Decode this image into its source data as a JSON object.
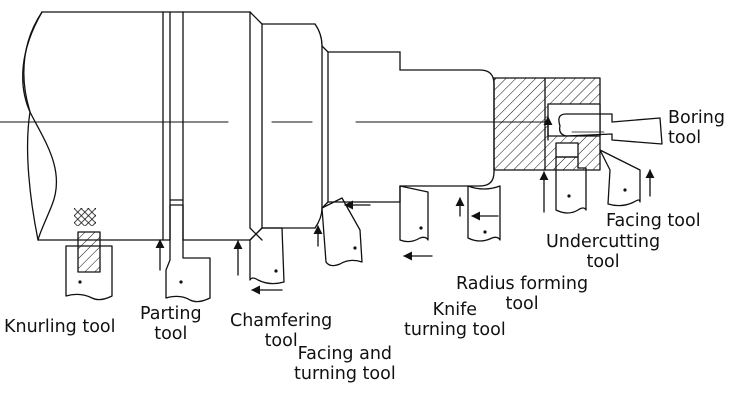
{
  "colors": {
    "ink": "#111111",
    "background": "#ffffff"
  },
  "labels": {
    "knurling": "Knurling tool",
    "parting": [
      "Parting",
      "tool"
    ],
    "chamfering": [
      "Chamfering",
      "tool"
    ],
    "facing_turning": [
      "Facing and",
      "turning tool"
    ],
    "knife": [
      "Knife",
      "turning tool"
    ],
    "radius": [
      "Radius forming",
      "tool"
    ],
    "undercutting": [
      "Undercutting",
      "tool"
    ],
    "facing": "Facing tool",
    "boring": [
      "Boring",
      "tool"
    ]
  }
}
